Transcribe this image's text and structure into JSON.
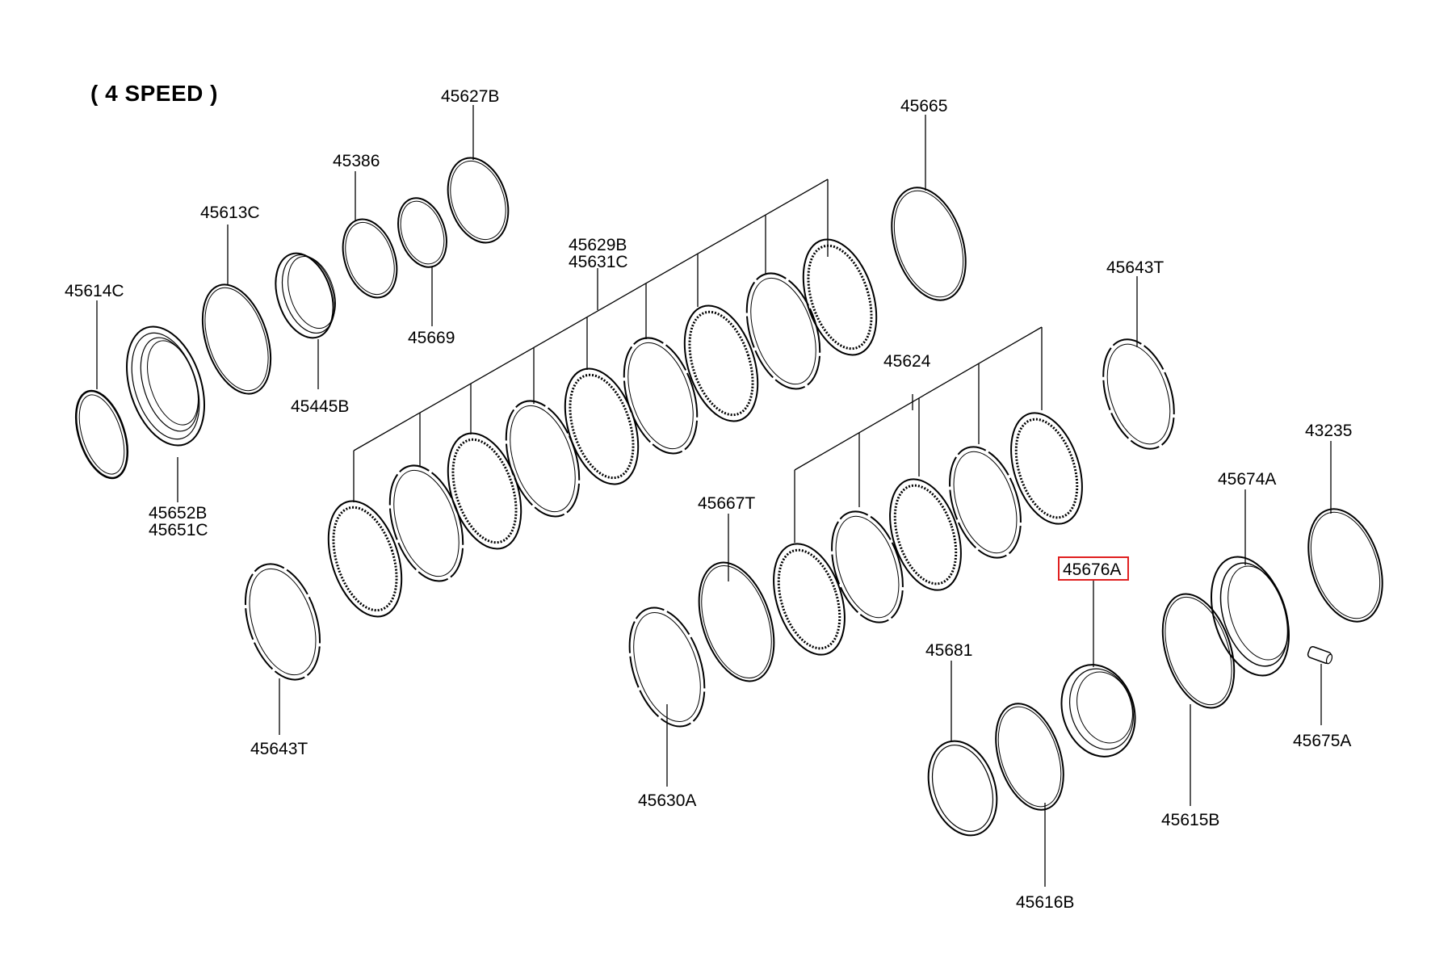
{
  "title": "( 4 SPEED )",
  "highlight_color": "#e02020",
  "labels": {
    "p45614C": "45614C",
    "p45613C": "45613C",
    "p45386": "45386",
    "p45627B": "45627B",
    "p45669": "45669",
    "p45445B": "45445B",
    "p45652B": "45652B",
    "p45651C": "45651C",
    "p45629B": "45629B",
    "p45631C": "45631C",
    "p45665": "45665",
    "p45643T_top": "45643T",
    "p45624": "45624",
    "p45643T_bottom": "45643T",
    "p45667T": "45667T",
    "p45630A": "45630A",
    "p43235": "43235",
    "p45674A": "45674A",
    "p45676A": "45676A",
    "p45681": "45681",
    "p45616B": "45616B",
    "p45615B": "45615B",
    "p45675A": "45675A"
  }
}
